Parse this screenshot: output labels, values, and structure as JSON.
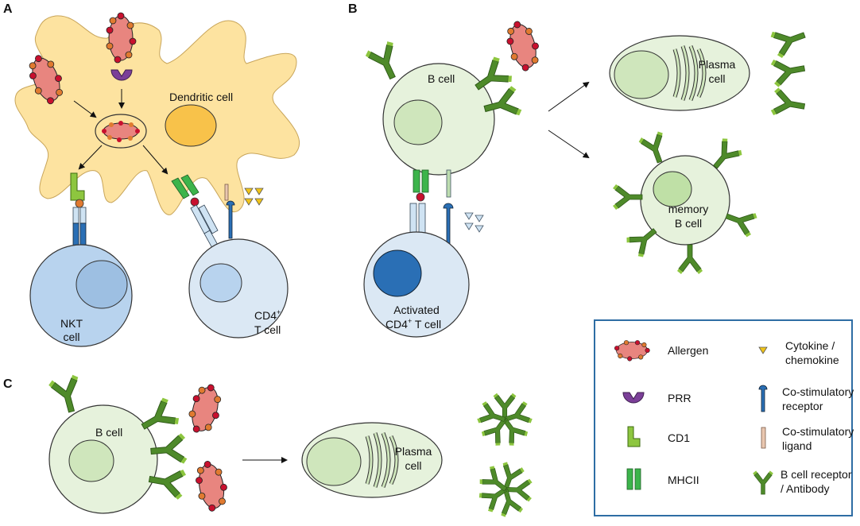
{
  "panels": {
    "a": "A",
    "b": "B",
    "c": "C"
  },
  "panel_a": {
    "dendritic_cell": "Dendritic cell",
    "nkt_line1": "NKT",
    "nkt_line2": "cell",
    "cd4_line1": "CD4",
    "cd4_sup": "+",
    "cd4_line2": "T cell"
  },
  "panel_b": {
    "b_cell": "B cell",
    "activated_line1": "Activated",
    "activated_line2": "CD4",
    "activated_sup": "+",
    "activated_line2b": " T cell",
    "plasma_line1": "Plasma",
    "plasma_line2": "cell",
    "memory_line1": "memory",
    "memory_line2": "B cell"
  },
  "panel_c": {
    "b_cell": "B cell",
    "plasma_line1": "Plasma",
    "plasma_line2": "cell"
  },
  "legend": {
    "allergen": "Allergen",
    "prr": "PRR",
    "cd1": "CD1",
    "mhcii": "MHCII",
    "cytokine_line1": "Cytokine /",
    "cytokine_line2": "chemokine",
    "costim_receptor_line1": "Co-stimulatory",
    "costim_receptor_line2": "receptor",
    "costim_ligand_line1": "Co-stimulatory",
    "costim_ligand_line2": "ligand",
    "bcr_line1": "B cell receptor",
    "bcr_line2": "/ Antibody"
  },
  "colors": {
    "dendritic": "#fde3a0",
    "allergen": "#e8857f",
    "dot_red": "#c8102e",
    "dot_orange": "#e07a30",
    "prr": "#7b3f98",
    "cd1": "#8dc63f",
    "mhcii": "#3cb44b",
    "antibody": "#4e8a2a",
    "b_cell": "#e6f2dc",
    "t_cell": "#dbe8f4",
    "nkt": "#b8d3ee",
    "nucleus_dark": "#2a6fb5",
    "legend_border": "#2e6da4"
  }
}
